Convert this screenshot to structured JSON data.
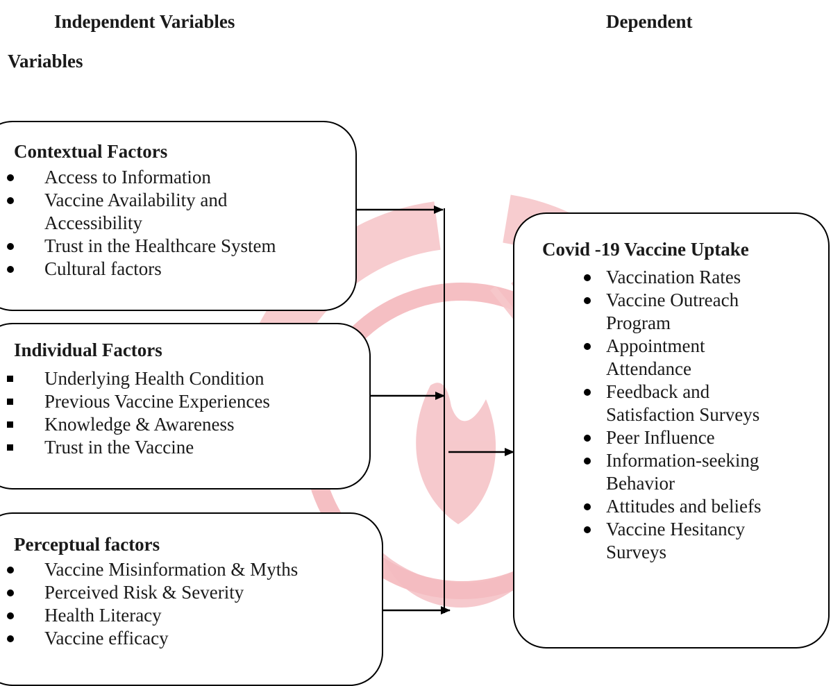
{
  "headings": {
    "independent": "Independent Variables",
    "dependent": "Dependent",
    "variables": "Variables"
  },
  "contextual": {
    "title": "Contextual Factors",
    "items": [
      "Access to Information",
      "Vaccine Availability and",
      "Accessibility",
      "Trust in the Healthcare System",
      "Cultural factors"
    ]
  },
  "individual": {
    "title": "Individual Factors",
    "items": [
      "Underlying Health Condition",
      "Previous Vaccine Experiences",
      "Knowledge & Awareness",
      "Trust in the Vaccine"
    ]
  },
  "perceptual": {
    "title": "Perceptual factors",
    "items": [
      "Vaccine Misinformation & Myths",
      "Perceived Risk & Severity",
      "Health Literacy",
      "Vaccine efficacy"
    ]
  },
  "outcome": {
    "title": "Covid -19 Vaccine Uptake",
    "items": [
      "Vaccination Rates",
      "Vaccine Outreach",
      "Program",
      "Appointment",
      "Attendance",
      "Feedback and",
      "Satisfaction Surveys",
      "Peer Influence",
      "Information-seeking",
      "Behavior",
      "Attitudes and beliefs",
      "Vaccine Hesitancy",
      "Surveys"
    ]
  },
  "colors": {
    "watermark": "#f3b2b6",
    "line": "#000000"
  }
}
